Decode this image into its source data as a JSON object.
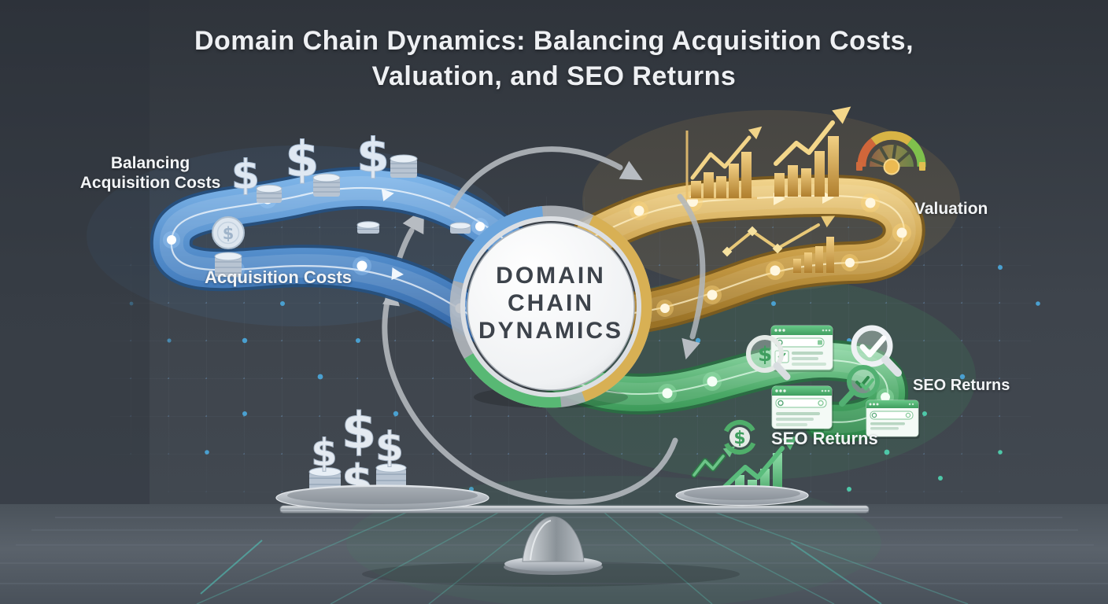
{
  "title": {
    "line1": "Domain Chain Dynamics: Balancing Acquisition Costs,",
    "line2": "Valuation, and SEO Returns"
  },
  "center_circle": {
    "line1": "DOMAIN",
    "line2": "CHAIN",
    "line3": "DYNAMICS"
  },
  "labels": {
    "balancing_line1": "Balancing",
    "balancing_line2": "Acquisition Costs",
    "acquisition_costs": "Acquisition Costs",
    "valuation": "Valuation",
    "seo_returns_side": "SEO Returns",
    "seo_returns_scale": "SEO Returns"
  },
  "glyphs": {
    "dollar_sign": "$",
    "checkmark": "✓"
  },
  "icons": {
    "dollar_sign": "$",
    "coin_stack": "stacked-coins",
    "gauge_meter": "speedometer-arc",
    "bar_chart_up": "ascending-bars-with-arrow",
    "line_chart_up": "zigzag-arrow-up",
    "browser_window": "search-result-window",
    "magnifier_check": "magnifier-with-checkmark",
    "magnifier_dollar": "magnifier-with-dollar",
    "balance_scale": "seesaw-balance",
    "roi_cycle": "dollar-in-circular-arrows"
  },
  "colors": {
    "background": "#3a4047",
    "title_text": "#eef0f3",
    "blue_path": "#4f88c6",
    "gold_path": "#c79b44",
    "green_path": "#4aa866",
    "silver": "#c3c8cd",
    "circle_text": "#3d434b",
    "gauge_red": "#d0663a",
    "gauge_yellow": "#d8b445",
    "gauge_green": "#7fc04c",
    "grid_dot_blue": "#4aa0d0",
    "grid_dot_teal": "#4ec8a8"
  }
}
